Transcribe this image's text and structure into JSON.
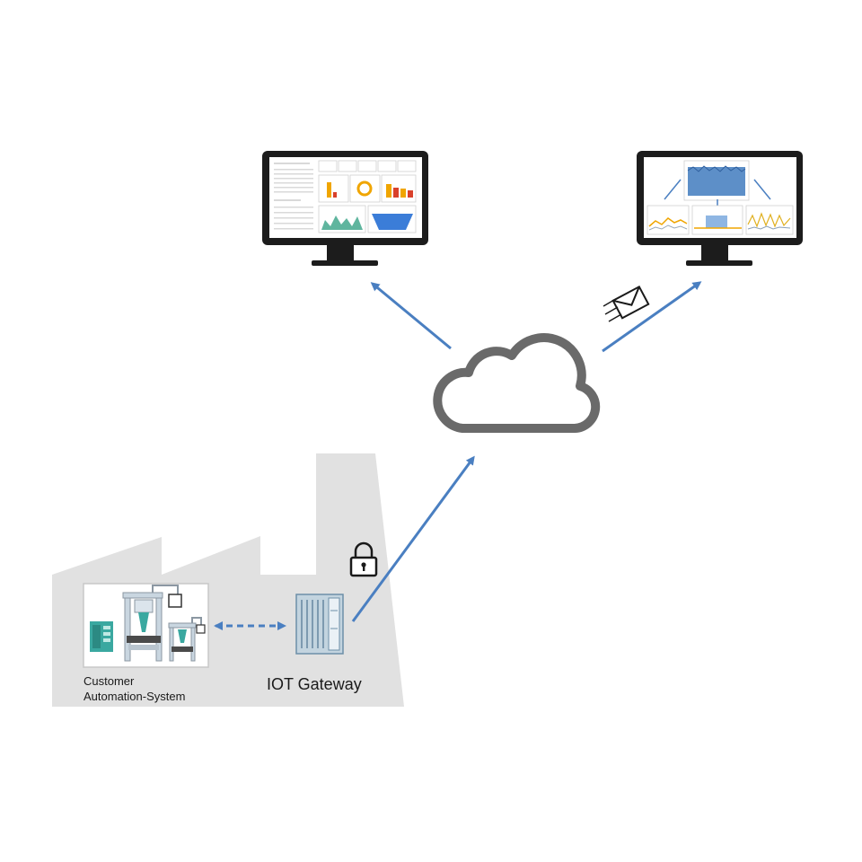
{
  "labels": {
    "automation_line1": "Customer",
    "automation_line2": "Automation-System",
    "gateway": "IOT Gateway"
  },
  "colors": {
    "factory": "#e1e1e1",
    "arrow": "#4a7fc1",
    "cloud_stroke": "#6a6a6a",
    "monitor_frame": "#1c1c1c",
    "teal": "#3aa8a0",
    "chart_orange": "#f0a500",
    "chart_red": "#d9412b",
    "chart_blue": "#3b7dd8"
  },
  "icons": [
    "factory-icon",
    "cloud-icon",
    "lock-icon",
    "envelope-icon",
    "monitor-icon",
    "gateway-icon"
  ]
}
